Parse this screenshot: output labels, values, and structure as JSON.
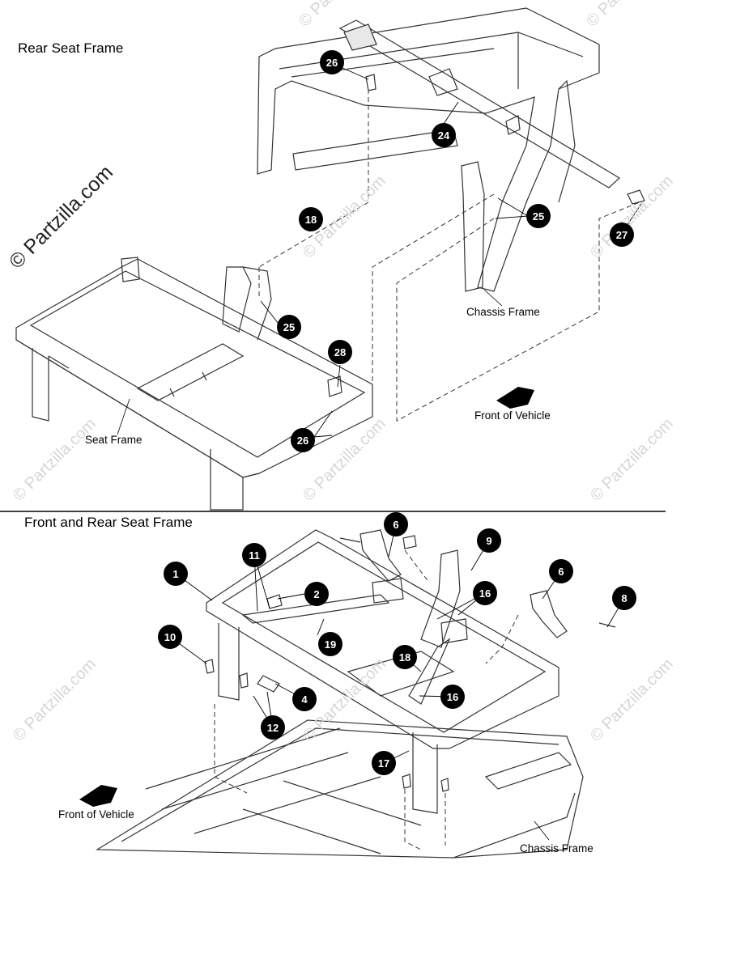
{
  "titles": {
    "rear": "Rear Seat Frame",
    "front": "Front and Rear Seat Frame"
  },
  "brand": "© Partzilla.com",
  "watermark": "© Partzilla.com",
  "labels": {
    "chassis_top": "Chassis Frame",
    "front_vehicle_top": "Front of Vehicle",
    "seat_frame": "Seat Frame",
    "front_vehicle_bottom": "Front of Vehicle",
    "chassis_bottom": "Chassis Frame"
  },
  "callouts": {
    "c26a": "26",
    "c24": "24",
    "c18a": "18",
    "c25a": "25",
    "c27": "27",
    "c25b": "25",
    "c28": "28",
    "c26b": "26",
    "c6a": "6",
    "c9": "9",
    "c11": "11",
    "c1": "1",
    "c2": "2",
    "c16a": "16",
    "c6b": "6",
    "c8": "8",
    "c19": "19",
    "c10": "10",
    "c18b": "18",
    "c16b": "16",
    "c4": "4",
    "c12": "12",
    "c17": "17"
  }
}
